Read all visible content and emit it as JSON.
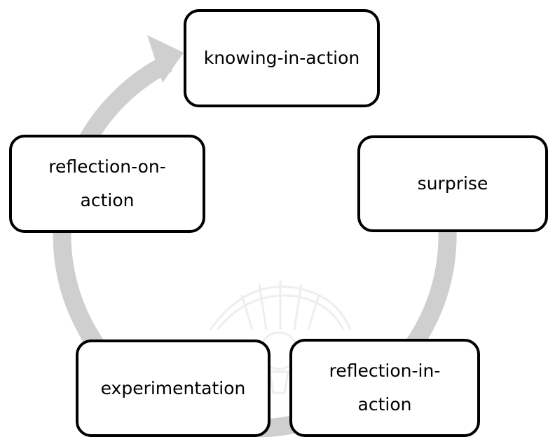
{
  "diagram": {
    "nodes": [
      {
        "id": "knowing",
        "label": "knowing-in-action"
      },
      {
        "id": "surprise",
        "label": "surprise"
      },
      {
        "id": "reflection_in",
        "label": "reflection-in-action"
      },
      {
        "id": "experimentation",
        "label": "experimentation"
      },
      {
        "id": "reflection_on",
        "label": "reflection-on-action"
      }
    ],
    "edges": [
      {
        "from": "knowing",
        "to": "surprise"
      },
      {
        "from": "surprise",
        "to": "reflection_in"
      },
      {
        "from": "reflection_in",
        "to": "experimentation"
      },
      {
        "from": "experimentation",
        "to": "reflection_on"
      },
      {
        "from": "reflection_on",
        "to": "knowing"
      }
    ],
    "style": {
      "cycle_arrow_color": "#cfcfcf",
      "node_border_color": "#000000",
      "node_fill_color": "#ffffff",
      "text_color": "#000000",
      "watermark_color": "#e6e6e6"
    }
  }
}
